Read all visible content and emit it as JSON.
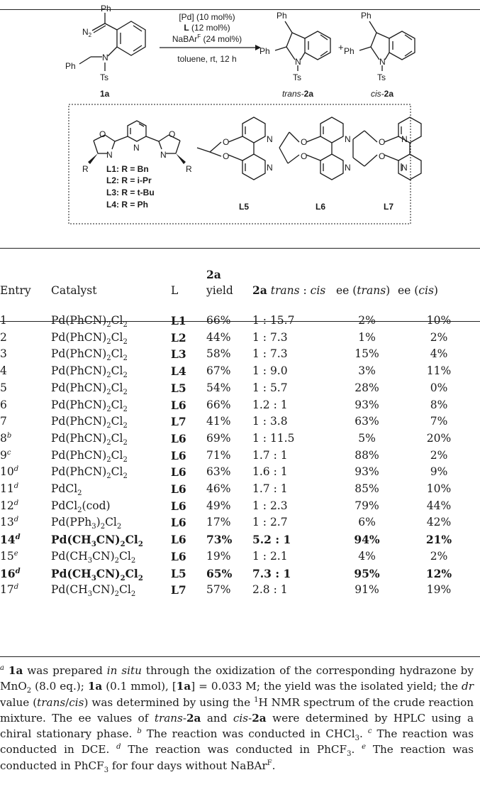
{
  "scheme": {
    "reactant_label": "1a",
    "reactant_atoms": {
      "ph_top": "Ph",
      "n2": "N",
      "n2_sub": "2",
      "ph_left": "Ph",
      "n": "N",
      "ts": "Ts"
    },
    "conditions": {
      "catalyst": "[Pd] (10 mol%)",
      "ligand_bold": "L",
      "ligand_rest": " (12 mol%)",
      "additive": "NaBAr",
      "additive_sup": "F",
      "additive_rest": " (24 mol%)",
      "solvent": "toluene, rt, 12 h"
    },
    "plus": "+",
    "products": [
      {
        "prefix": "trans-",
        "bold": "2a",
        "ph_top": "Ph",
        "ph_left": "Ph",
        "n": "N",
        "ts": "Ts"
      },
      {
        "prefix": "cis-",
        "bold": "2a",
        "ph_top": "Ph",
        "ph_left": "Ph",
        "n": "N",
        "ts": "Ts"
      }
    ],
    "ligand_box": {
      "pybox_atoms": {
        "o": "O",
        "n": "N",
        "r": "R"
      },
      "pybox_list": [
        "L1: R = Bn",
        "L2: R = i-Pr",
        "L3: R = t-Bu",
        "L4: R = Ph"
      ],
      "bipy_labels": [
        "L5",
        "L6",
        "L7"
      ],
      "bipy_atoms": {
        "o": "O",
        "n": "N"
      }
    }
  },
  "table": {
    "headers": {
      "entry": "Entry",
      "catalyst": "Catalyst",
      "l": "L",
      "yield_top": "2a",
      "yield_bottom": "yield",
      "ratio_bold": "2a",
      "ratio_italic": "trans",
      "ratio_sep": " : ",
      "ratio_italic2": "cis",
      "ee_trans_pre": "ee (",
      "ee_trans_it": "trans",
      "ee_trans_post": ")",
      "ee_cis_pre": "ee (",
      "ee_cis_it": "cis",
      "ee_cis_post": ")"
    },
    "rows": [
      {
        "entry": "1",
        "note": "",
        "cat": [
          "Pd(PhCN)",
          "2",
          "Cl",
          "2"
        ],
        "l": "L1",
        "yield": "66%",
        "ratio": "1 : 15.7",
        "ee_trans": "2%",
        "ee_cis": "10%",
        "bold": false
      },
      {
        "entry": "2",
        "note": "",
        "cat": [
          "Pd(PhCN)",
          "2",
          "Cl",
          "2"
        ],
        "l": "L2",
        "yield": "44%",
        "ratio": "1 : 7.3",
        "ee_trans": "1%",
        "ee_cis": "2%",
        "bold": false
      },
      {
        "entry": "3",
        "note": "",
        "cat": [
          "Pd(PhCN)",
          "2",
          "Cl",
          "2"
        ],
        "l": "L3",
        "yield": "58%",
        "ratio": "1 : 7.3",
        "ee_trans": "15%",
        "ee_cis": "4%",
        "bold": false
      },
      {
        "entry": "4",
        "note": "",
        "cat": [
          "Pd(PhCN)",
          "2",
          "Cl",
          "2"
        ],
        "l": "L4",
        "yield": "67%",
        "ratio": "1 : 9.0",
        "ee_trans": "3%",
        "ee_cis": "11%",
        "bold": false
      },
      {
        "entry": "5",
        "note": "",
        "cat": [
          "Pd(PhCN)",
          "2",
          "Cl",
          "2"
        ],
        "l": "L5",
        "yield": "54%",
        "ratio": "1 : 5.7",
        "ee_trans": "28%",
        "ee_cis": "0%",
        "bold": false
      },
      {
        "entry": "6",
        "note": "",
        "cat": [
          "Pd(PhCN)",
          "2",
          "Cl",
          "2"
        ],
        "l": "L6",
        "yield": "66%",
        "ratio": "1.2 : 1",
        "ee_trans": "93%",
        "ee_cis": "8%",
        "bold": false
      },
      {
        "entry": "7",
        "note": "",
        "cat": [
          "Pd(PhCN)",
          "2",
          "Cl",
          "2"
        ],
        "l": "L7",
        "yield": "41%",
        "ratio": "1 : 3.8",
        "ee_trans": "63%",
        "ee_cis": "7%",
        "bold": false
      },
      {
        "entry": "8",
        "note": "b",
        "cat": [
          "Pd(PhCN)",
          "2",
          "Cl",
          "2"
        ],
        "l": "L6",
        "yield": "69%",
        "ratio": "1 : 11.5",
        "ee_trans": "5%",
        "ee_cis": "20%",
        "bold": false
      },
      {
        "entry": "9",
        "note": "c",
        "cat": [
          "Pd(PhCN)",
          "2",
          "Cl",
          "2"
        ],
        "l": "L6",
        "yield": "71%",
        "ratio": "1.7 : 1",
        "ee_trans": "88%",
        "ee_cis": "2%",
        "bold": false
      },
      {
        "entry": "10",
        "note": "d",
        "cat": [
          "Pd(PhCN)",
          "2",
          "Cl",
          "2"
        ],
        "l": "L6",
        "yield": "63%",
        "ratio": "1.6 : 1",
        "ee_trans": "93%",
        "ee_cis": "9%",
        "bold": false
      },
      {
        "entry": "11",
        "note": "d",
        "cat": [
          "PdCl",
          "2",
          "",
          ""
        ],
        "l": "L6",
        "yield": "46%",
        "ratio": "1.7 : 1",
        "ee_trans": "85%",
        "ee_cis": "10%",
        "bold": false
      },
      {
        "entry": "12",
        "note": "d",
        "cat": [
          "PdCl",
          "2",
          "(cod)",
          ""
        ],
        "l": "L6",
        "yield": "49%",
        "ratio": "1 : 2.3",
        "ee_trans": "79%",
        "ee_cis": "44%",
        "bold": false
      },
      {
        "entry": "13",
        "note": "d",
        "cat": [
          "Pd(PPh",
          "3",
          ")",
          "2",
          "Cl",
          "2"
        ],
        "l": "L6",
        "yield": "17%",
        "ratio": "1 : 2.7",
        "ee_trans": "6%",
        "ee_cis": "42%",
        "bold": false
      },
      {
        "entry": "14",
        "note": "d",
        "cat": [
          "Pd(CH",
          "3",
          "CN)",
          "2",
          "Cl",
          "2"
        ],
        "l": "L6",
        "yield": "73%",
        "ratio": "5.2 : 1",
        "ee_trans": "94%",
        "ee_cis": "21%",
        "bold": true
      },
      {
        "entry": "15",
        "note": "e",
        "cat": [
          "Pd(CH",
          "3",
          "CN)",
          "2",
          "Cl",
          "2"
        ],
        "l": "L6",
        "yield": "19%",
        "ratio": "1 : 2.1",
        "ee_trans": "4%",
        "ee_cis": "2%",
        "bold": false
      },
      {
        "entry": "16",
        "note": "d",
        "cat": [
          "Pd(CH",
          "3",
          "CN)",
          "2",
          "Cl",
          "2"
        ],
        "l": "L5",
        "yield": "65%",
        "ratio": "7.3 : 1",
        "ee_trans": "95%",
        "ee_cis": "12%",
        "bold": true
      },
      {
        "entry": "17",
        "note": "d",
        "cat": [
          "Pd(CH",
          "3",
          "CN)",
          "2",
          "Cl",
          "2"
        ],
        "l": "L7",
        "yield": "57%",
        "ratio": "2.8 : 1",
        "ee_trans": "91%",
        "ee_cis": "19%",
        "bold": false
      }
    ]
  },
  "footnotes": [
    {
      "mark": "a",
      "parts": [
        {
          "t": " "
        },
        {
          "t": "1a",
          "b": true
        },
        {
          "t": " was prepared "
        },
        {
          "t": "in situ",
          "i": true
        },
        {
          "t": " through the oxidization of the corresponding hydrazone by MnO"
        },
        {
          "t": "2",
          "sub": true
        },
        {
          "t": " (8.0 eq.); "
        },
        {
          "t": "1a",
          "b": true
        },
        {
          "t": " (0.1 mmol), ["
        },
        {
          "t": "1a",
          "b": true
        },
        {
          "t": "] = 0.033 M; the yield was the isolated yield; the "
        },
        {
          "t": "dr",
          "i": true
        },
        {
          "t": " value ("
        },
        {
          "t": "trans",
          "i": true
        },
        {
          "t": "/"
        },
        {
          "t": "cis",
          "i": true
        },
        {
          "t": ") was determined by using the "
        },
        {
          "t": "1",
          "sup": true
        },
        {
          "t": "H NMR spectrum of the crude reaction mixture. The ee values of "
        },
        {
          "t": "trans",
          "i": true
        },
        {
          "t": "-"
        },
        {
          "t": "2a",
          "b": true
        },
        {
          "t": " and "
        },
        {
          "t": "cis",
          "i": true
        },
        {
          "t": "-"
        },
        {
          "t": "2a",
          "b": true
        },
        {
          "t": " were determined by HPLC using a chiral stationary phase. "
        }
      ]
    },
    {
      "mark": "b",
      "parts": [
        {
          "t": " The reaction was conducted in CHCl"
        },
        {
          "t": "3",
          "sub": true
        },
        {
          "t": ". "
        }
      ]
    },
    {
      "mark": "c",
      "parts": [
        {
          "t": " The reaction was conducted in DCE. "
        }
      ]
    },
    {
      "mark": "d",
      "parts": [
        {
          "t": " The reaction was conducted in PhCF"
        },
        {
          "t": "3",
          "sub": true
        },
        {
          "t": ". "
        }
      ]
    },
    {
      "mark": "e",
      "parts": [
        {
          "t": " The reaction was conducted in PhCF"
        },
        {
          "t": "3",
          "sub": true
        },
        {
          "t": " for four days without NaBAr"
        },
        {
          "t": "F",
          "sup": true
        },
        {
          "t": "."
        }
      ]
    }
  ]
}
